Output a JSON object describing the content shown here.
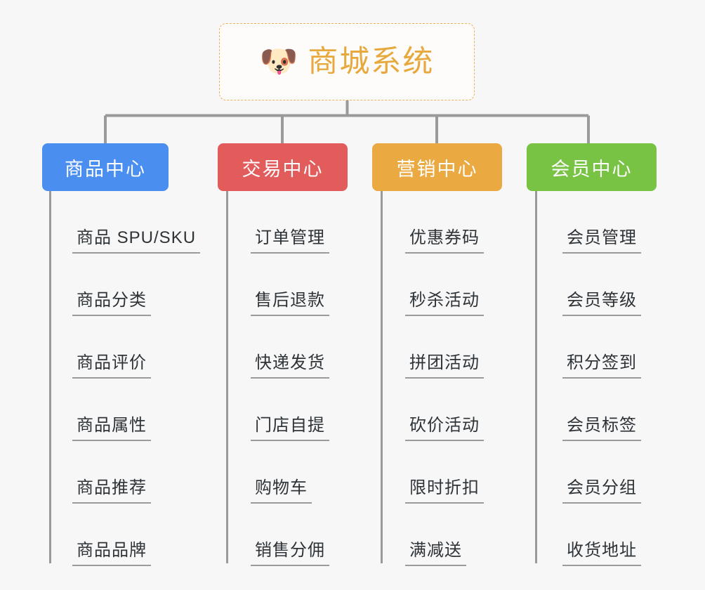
{
  "root": {
    "icon": "shiba-dog-face-emoji",
    "icon_glyph": "🐶",
    "title": "商城系统",
    "border_color": "#e9b158",
    "title_color": "#e7a93d",
    "background": "#fdfcfa"
  },
  "canvas": {
    "background": "#f7f7f7",
    "line_color": "#9a9a9a"
  },
  "branches": [
    {
      "label": "商品中心",
      "color": "#4a8ef0",
      "leaves": [
        "商品 SPU/SKU",
        "商品分类",
        "商品评价",
        "商品属性",
        "商品推荐",
        "商品品牌"
      ]
    },
    {
      "label": "交易中心",
      "color": "#e25c5c",
      "leaves": [
        "订单管理",
        "售后退款",
        "快递发货",
        "门店自提",
        "购物车",
        "销售分佣"
      ]
    },
    {
      "label": "营销中心",
      "color": "#eaa941",
      "leaves": [
        "优惠券码",
        "秒杀活动",
        "拼团活动",
        "砍价活动",
        "限时折扣",
        "满减送"
      ]
    },
    {
      "label": "会员中心",
      "color": "#78c344",
      "leaves": [
        "会员管理",
        "会员等级",
        "积分签到",
        "会员标签",
        "会员分组",
        "收货地址"
      ]
    }
  ]
}
